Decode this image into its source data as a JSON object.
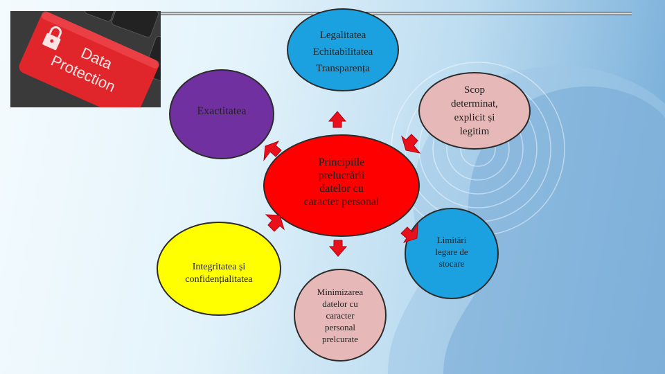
{
  "photo": {
    "key_text_line1": "Data",
    "key_text_line2": "Protection"
  },
  "center": {
    "lines": [
      "Principiile",
      "prelucrării",
      "datelor cu",
      "caracter personal"
    ],
    "color": "#ff0000"
  },
  "top": {
    "lines": [
      "Legalitatea",
      "Echitabilitatea",
      "Transparența"
    ],
    "color": "#1ba0e0"
  },
  "scop": {
    "lines": [
      "Scop",
      "determinat,",
      "explicit și",
      "legitim"
    ],
    "color": "#e6b8b7"
  },
  "exactitatea": {
    "label": "Exactitatea",
    "color": "#7030a0"
  },
  "integritatea": {
    "lines": [
      "Integritatea și",
      "confidențialitatea"
    ],
    "color": "#ffff00"
  },
  "limitari": {
    "lines": [
      "Limitări",
      "legare de",
      "stocare"
    ],
    "color": "#1ba0e0"
  },
  "minimizarea": {
    "lines": [
      "Minimizarea",
      "datelor cu",
      "caracter",
      "personal",
      "prelcurate"
    ],
    "color": "#e6b8b7"
  },
  "arrow_color": "#e8101a"
}
